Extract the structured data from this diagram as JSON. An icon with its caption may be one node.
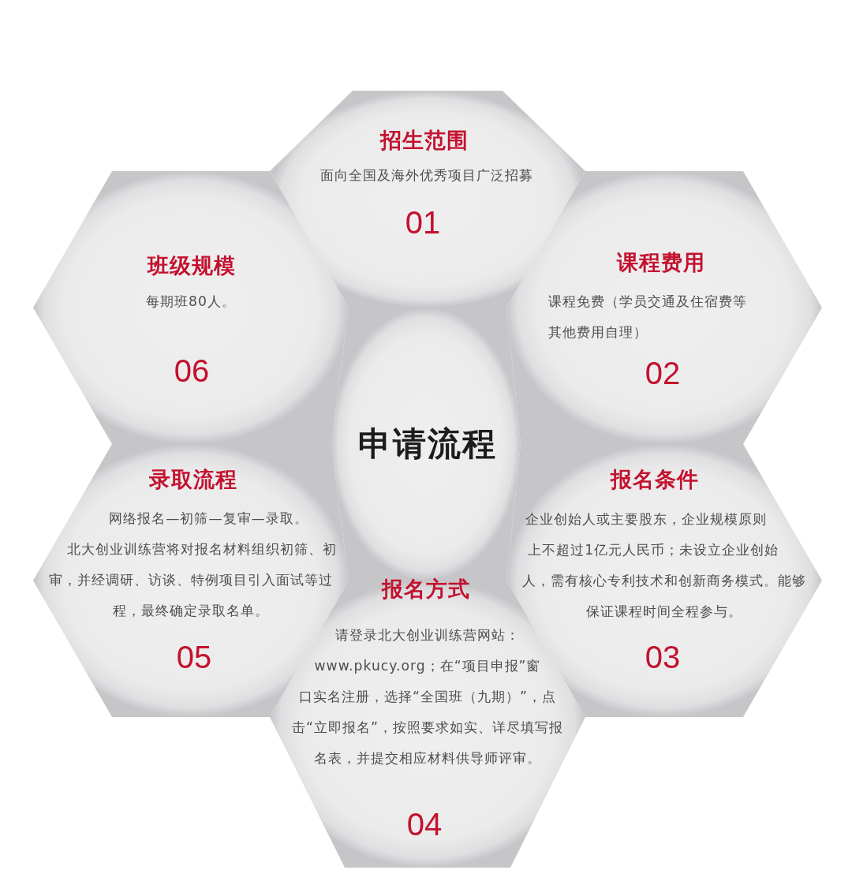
{
  "diagram": {
    "nodes": [
      {
        "text": [
          "申请流程"
        ]
      },
      {
        "text": [
          "招生范围",
          "面向全国及海外优秀项目广泛招募",
          "01"
        ]
      },
      {
        "text": [
          "课程费用",
          "课程免费（学员交通及住宿费等其他费用自理）",
          "02"
        ]
      },
      {
        "text": [
          "报名条件",
          "企业创始人或主要股东，企业规模原则上不超过1亿元人民币；未设立企业创始人，需有核心专利技术和创新商务模式。能够保证课程时间全程参与。",
          "03"
        ]
      },
      {
        "text": [
          "报名方式",
          "请登录北大创业训练营网站：www.pkucy.org；在“项目申报”窗口实名注册，选择“全国班（九期）”，点击“立即报名”，按照要求如实、详尽填写报名表，并提交相应材料供导师评审。",
          "04"
        ]
      },
      {
        "text": [
          "录取流程",
          "网络报名—初筛—复审—录取。",
          "北大创业训练营将对报名材料组织初筛、初审，并经调研、访谈、特例项目引入面试等过程，最终确定录取名单。",
          "05"
        ]
      },
      {
        "text": [
          "班级规模",
          "每期班80人。",
          "06"
        ]
      }
    ]
  }
}
